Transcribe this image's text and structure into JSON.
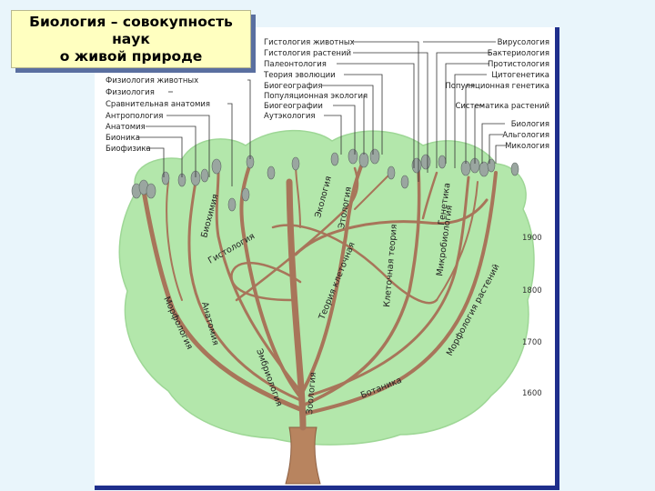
{
  "title": "Биология – совокупность\nнаук\nо живой природе",
  "left_labels": [
    "Физиология животных",
    "Физиология",
    "Сравнительная анатомия",
    "Антропология",
    "Анатомия",
    "Бионика",
    "Биофизика"
  ],
  "top_labels": [
    "Гистология животных",
    "Гистология растений",
    "Палеонтология",
    "Теория эволюции",
    "Биогеография",
    "Популяционная экология",
    "Биогеографии",
    "Аутэкология"
  ],
  "right_labels": [
    "Вирусология",
    "Бактериология",
    "Протистология",
    "Цитогенетика",
    "Популяционная генетика",
    "Систематика растений",
    "Биология",
    "Альгология",
    "Микология"
  ],
  "years": [
    "1900",
    "1800",
    "1700",
    "1600"
  ],
  "branch_labels": {
    "biochem": "Биохимия",
    "histology": "Гистология",
    "ecology": "Экология",
    "ethology": "Этология",
    "cell_theory": "Теория клеточная",
    "morphology": "Морфология",
    "anatomy": "Анатомия",
    "embryology": "Эмбриология",
    "zoology": "Зоология",
    "botany": "Ботаника",
    "cell_bio": "Клеточная теория",
    "microbio": "Микробиология",
    "genetics": "Генетика",
    "plant_morph": "Морфология растений"
  },
  "colors": {
    "crown": "#b3e7ab",
    "branch": "#a8755a",
    "frame_shadow": "#1f2f8c",
    "title_bg": "#ffffc0"
  }
}
